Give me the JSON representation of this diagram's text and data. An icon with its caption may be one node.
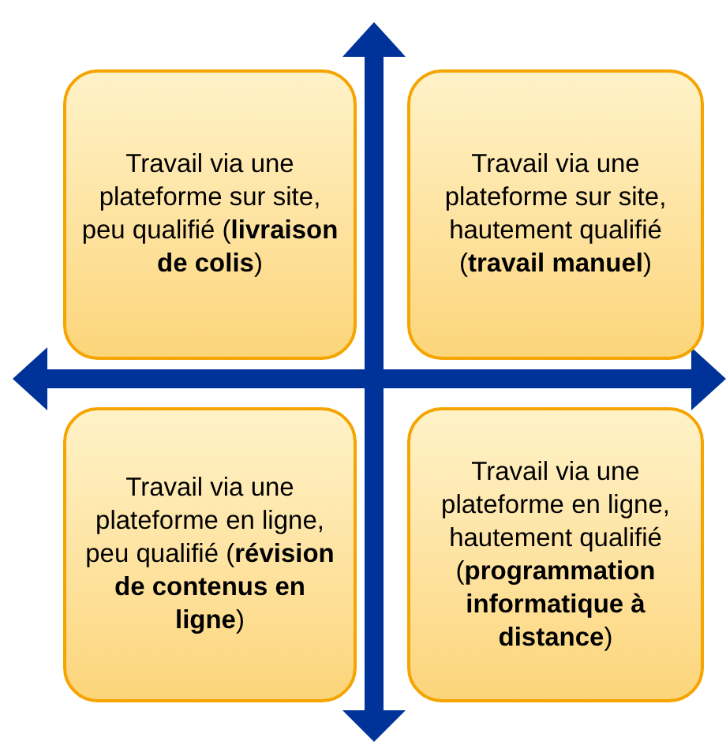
{
  "diagram": {
    "nodes": [
      {
        "text": [
          "Travail via une plateforme sur site, peu qualifié (**livraison de colis**)"
        ]
      },
      {
        "text": [
          "Travail via une plateforme sur site, hautement qualifié (**travail manuel**)"
        ]
      },
      {
        "text": [
          "Travail via une plateforme en ligne, peu qualifié (**révision de contenus en ligne**)"
        ]
      },
      {
        "text": [
          "Travail via une plateforme en ligne, hautement qualifié (**programmation informatique à distance**)"
        ]
      }
    ]
  }
}
